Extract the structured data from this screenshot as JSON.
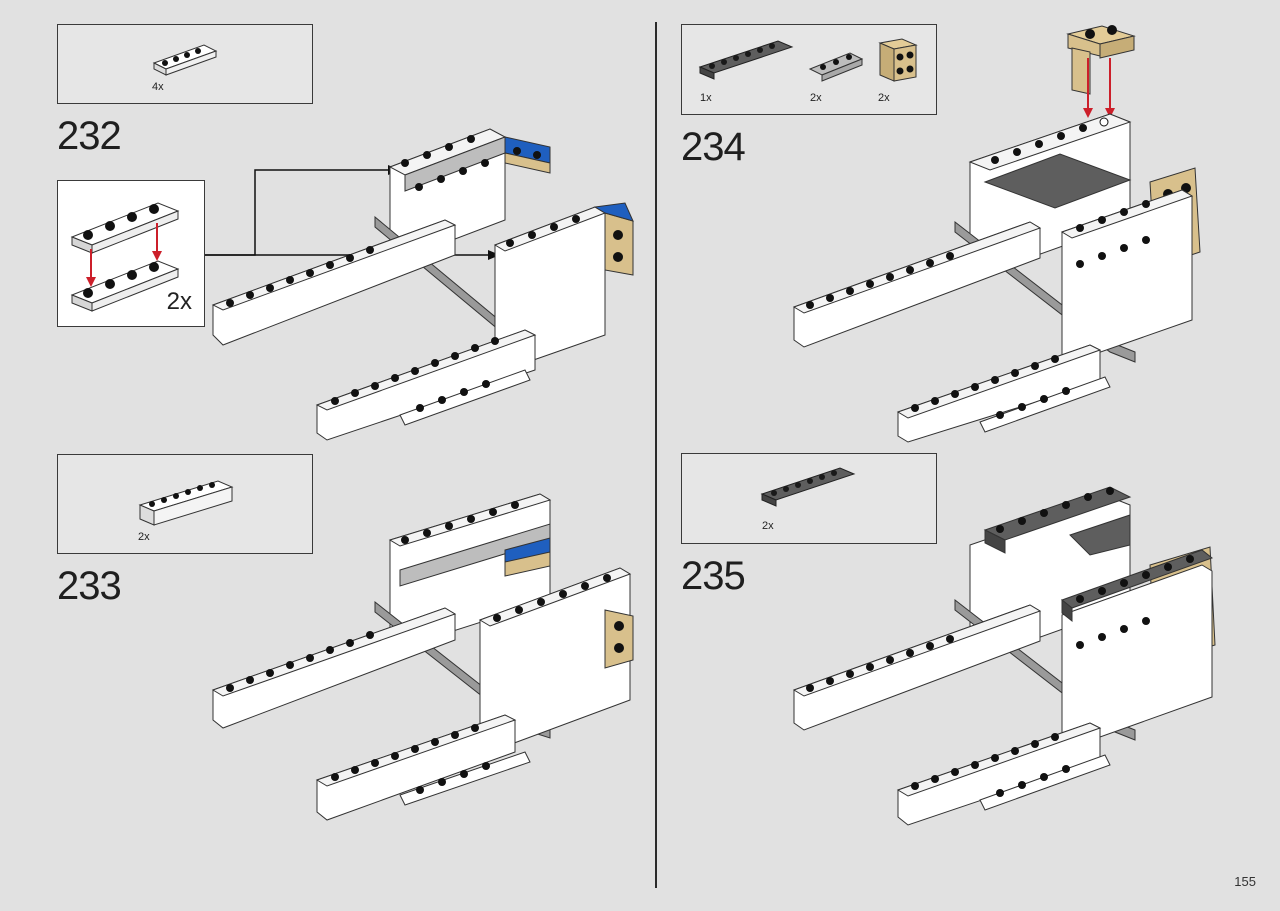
{
  "page": {
    "number": "155"
  },
  "steps": [
    {
      "number": "232",
      "parts": [
        {
          "qty": "4x",
          "part": "white-plate-1x4"
        }
      ],
      "callout": {
        "multiplier": "2x"
      }
    },
    {
      "number": "233",
      "parts": [
        {
          "qty": "2x",
          "part": "white-brick-1x6"
        }
      ]
    },
    {
      "number": "234",
      "parts": [
        {
          "qty": "1x",
          "part": "dark-gray-plate-1x6"
        },
        {
          "qty": "2x",
          "part": "light-gray-plate-1x3"
        },
        {
          "qty": "2x",
          "part": "tan-bracket-2x2"
        }
      ]
    },
    {
      "number": "235",
      "parts": [
        {
          "qty": "2x",
          "part": "dark-gray-plate-1x6"
        }
      ]
    }
  ],
  "colors": {
    "white": "#ffffff",
    "lightgray": "#bdbdbd",
    "darkgray": "#5e5e5e",
    "tan": "#d8c08c",
    "blue": "#1f5fbf",
    "arrow_red": "#cc1f2a",
    "stud_dark": "#1a1a1a"
  }
}
